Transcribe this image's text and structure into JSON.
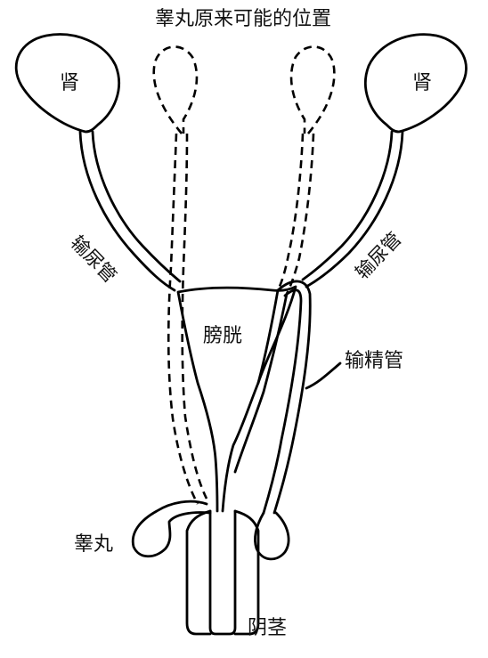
{
  "diagram": {
    "title": "睾丸原来可能的位置",
    "labels": {
      "kidney_left": "肾",
      "kidney_right": "肾",
      "ureter_left": "输尿管",
      "ureter_right": "输尿管",
      "bladder": "膀胱",
      "vas_deferens": "输精管",
      "testis": "睾丸",
      "penis": "阴茎"
    }
  }
}
